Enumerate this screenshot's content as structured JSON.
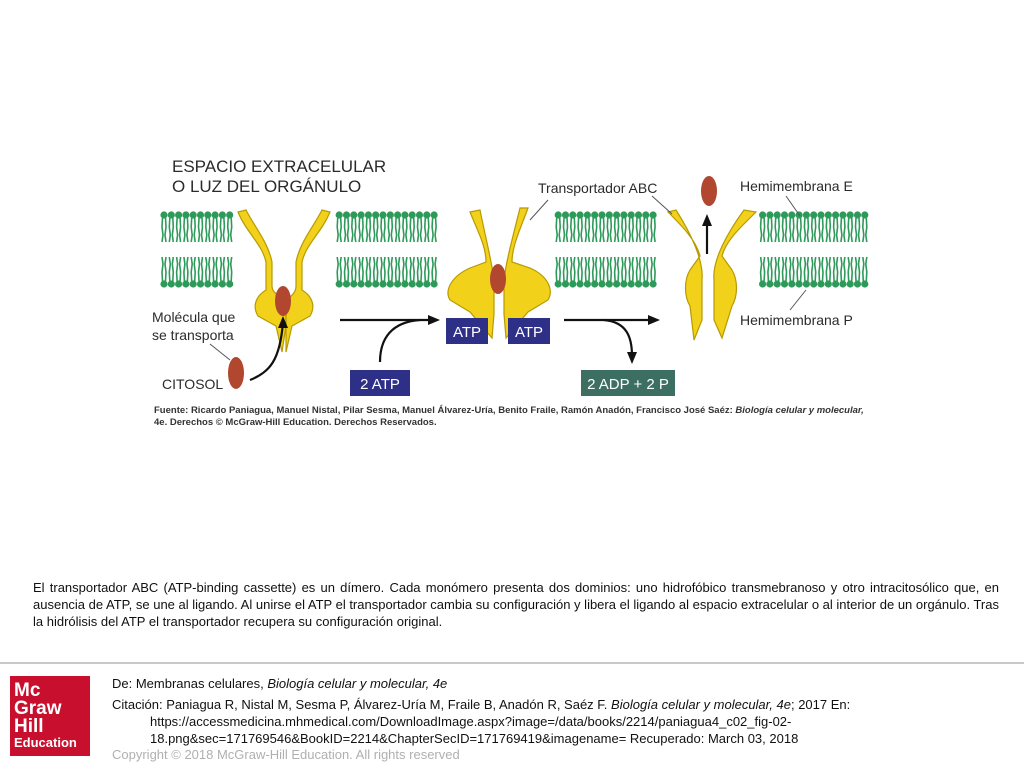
{
  "figure": {
    "label_extracellular_1": "ESPACIO EXTRACELULAR",
    "label_extracellular_2": "O LUZ DEL ORGÁNULO",
    "label_transporter": "Transportador ABC",
    "label_hemi_e": "Hemimembrana E",
    "label_hemi_p": "Hemimembrana P",
    "label_molecule_1": "Molécula que",
    "label_molecule_2": "se transporta",
    "label_cytosol": "CITOSOL",
    "atp_left": "ATP",
    "atp_right": "ATP",
    "two_atp": "2 ATP",
    "products": "2 ADP + 2 P",
    "colors": {
      "lipid": "#2e9a5a",
      "protein": "#f2d11b",
      "protein_outline": "#b89a00",
      "molecule": "#b0472e",
      "atp_box": "#2e2f86",
      "adp_box": "#3c6e62"
    }
  },
  "source": {
    "text": "Fuente: Ricardo Paniagua, Manuel Nistal, Pilar Sesma, Manuel Álvarez-Uría, Benito Fraile, Ramón Anadón, Francisco José Saéz: ",
    "book": "Biología celular y molecular,",
    "rest": " 4e. Derechos © McGraw-Hill Education. Derechos Reservados."
  },
  "caption": "El transportador ABC (ATP-binding cassette) es un dímero. Cada monómero presenta dos dominios: uno hidrofóbico transmebranoso y otro intracitosólico que, en ausencia de ATP, se une al ligando. Al unirse el ATP el transportador cambia su configuración y libera el ligando al espacio extracelular o al interior de un orgánulo. Tras la hidrólisis del ATP el transportador recupera su configuración original.",
  "footer": {
    "logo": [
      "Mc",
      "Graw",
      "Hill",
      "Education"
    ],
    "from_prefix": "De: Membranas celulares, ",
    "from_book": "Biología celular y molecular, 4e",
    "citation_prefix": "Citación: Paniagua R, Nistal M, Sesma P, Álvarez-Uría M, Fraile B, Anadón R, Saéz F. ",
    "citation_book": "Biología celular y molecular, 4e",
    "citation_suffix": "; 2017 En:",
    "url_line1": "https://accessmedicina.mhmedical.com/DownloadImage.aspx?image=/data/books/2214/paniagua4_c02_fig-02-",
    "url_line2": "18.png&sec=171769546&BookID=2214&ChapterSecID=171769419&imagename= Recuperado: March 03, 2018",
    "copyright": "Copyright © 2018 McGraw-Hill Education. All rights reserved"
  }
}
